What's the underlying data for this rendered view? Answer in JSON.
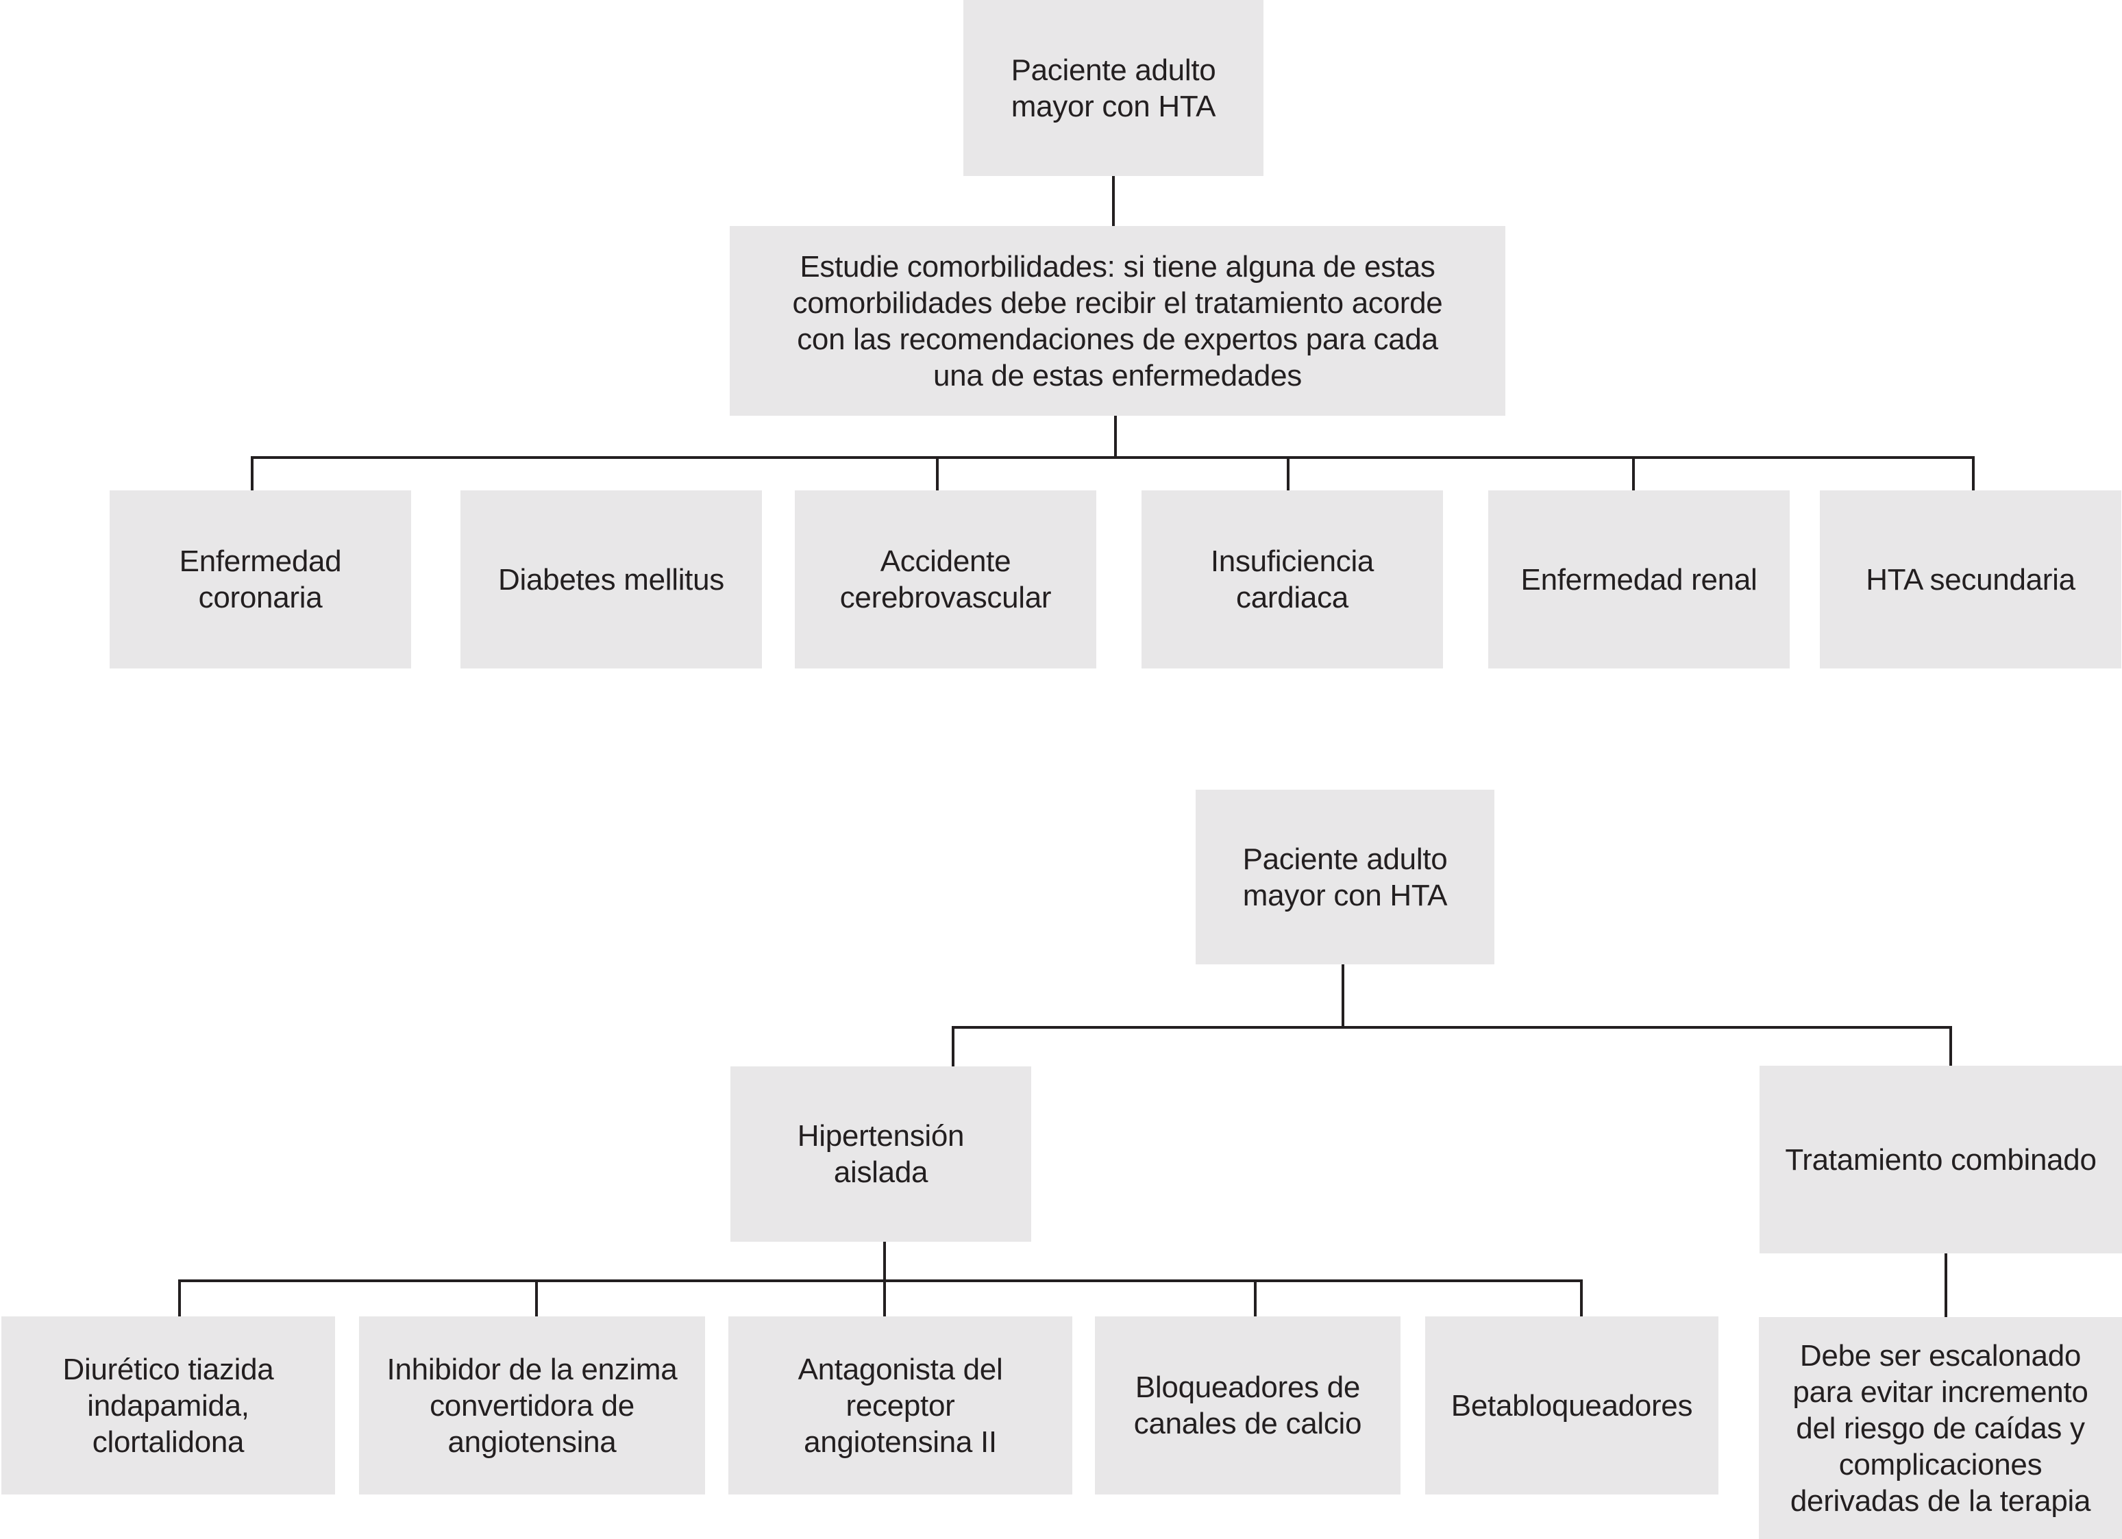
{
  "figure": {
    "top_chart": {
      "root": "Paciente adulto\nmayor con HTA",
      "step": "Estudie comorbilidades: si tiene alguna de estas\ncomorbilidades debe recibir el tratamiento acorde\ncon las recomendaciones de expertos para cada\nuna de estas enfermedades",
      "comorbidities": [
        "Enfermedad\ncoronaria",
        "Diabetes mellitus",
        "Accidente\ncerebrovascular",
        "Insuficiencia\ncardiaca",
        "Enfermedad renal",
        "HTA secundaria"
      ]
    },
    "bottom_chart": {
      "root": "Paciente adulto\nmayor con HTA",
      "left_branch": "Hipertensión\naislada",
      "right_branch": "Tratamiento combinado",
      "monotherapy_options": [
        "Diurético tiazida\nindapamida,\nclortalidona",
        "Inhibidor de la enzima\nconvertidora de\nangiotensina",
        "Antagonista del\nreceptor\nangiotensina II",
        "Bloqueadores de\ncanales de calcio",
        "Betabloqueadores"
      ],
      "right_note": "Debe ser escalonado\npara evitar incremento\ndel riesgo de caídas y\ncomplicaciones\nderivadas de la terapia"
    }
  },
  "style": {
    "box_fill": "#e8e7e8",
    "line_color": "#231f20",
    "text_color": "#231f20",
    "background": "#ffffff"
  }
}
